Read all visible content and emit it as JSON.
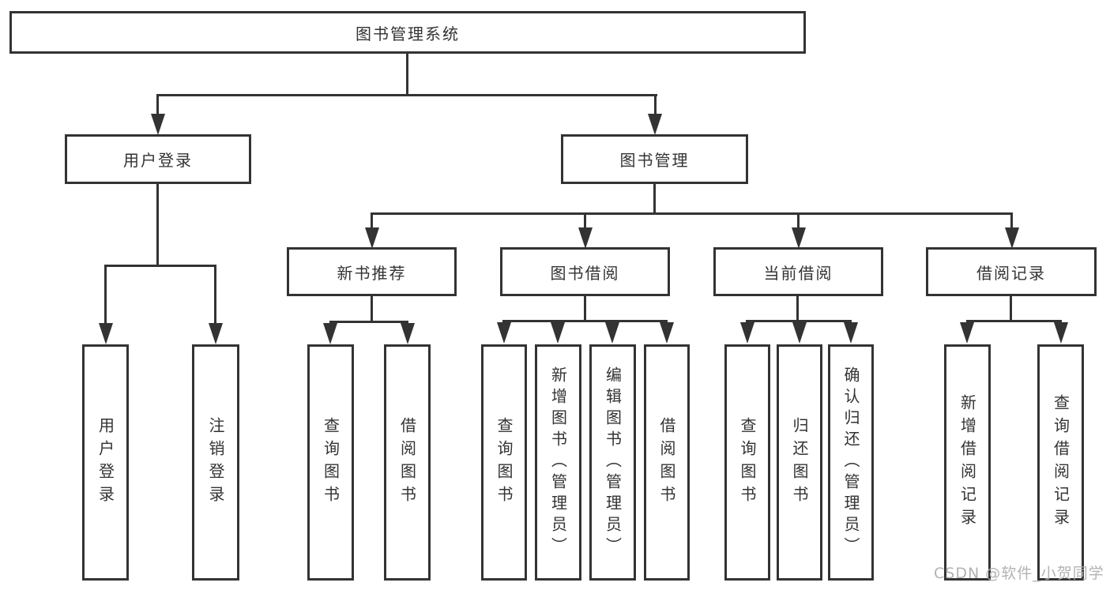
{
  "diagram": {
    "type": "hierarchy-tree",
    "title": "图书管理系统",
    "colors": {
      "line": "#333333",
      "text": "#333333",
      "background": "#ffffff",
      "watermark": "#afafaf"
    },
    "nodes": {
      "root": "图书管理系统",
      "user_login": "用户登录",
      "book_mgmt": "图书管理",
      "new_book": "新书推荐",
      "book_borrow": "图书借阅",
      "current_borrow": "当前借阅",
      "borrow_record": "借阅记录",
      "leaf_user_login": "用户登录",
      "leaf_logout": "注销登录",
      "leaf_nb_query": "查询图书",
      "leaf_nb_borrow": "借阅图书",
      "leaf_bb_query": "查询图书",
      "leaf_bb_add": "新增图书（管理员）",
      "leaf_bb_edit": "编辑图书（管理员）",
      "leaf_bb_borrow": "借阅图书",
      "leaf_cb_query": "查询图书",
      "leaf_cb_return": "归还图书",
      "leaf_cb_confirm": "确认归还（管理员）",
      "leaf_br_add": "新增借阅记录",
      "leaf_br_query": "查询借阅记录"
    },
    "hierarchy": {
      "图书管理系统": {
        "用户登录": [
          "用户登录",
          "注销登录"
        ],
        "图书管理": {
          "新书推荐": [
            "查询图书",
            "借阅图书"
          ],
          "图书借阅": [
            "查询图书",
            "新增图书（管理员）",
            "编辑图书（管理员）",
            "借阅图书"
          ],
          "当前借阅": [
            "查询图书",
            "归还图书",
            "确认归还（管理员）"
          ],
          "借阅记录": [
            "新增借阅记录",
            "查询借阅记录"
          ]
        }
      }
    }
  },
  "watermark": {
    "text": "CSDN @软件_小贺同学"
  }
}
